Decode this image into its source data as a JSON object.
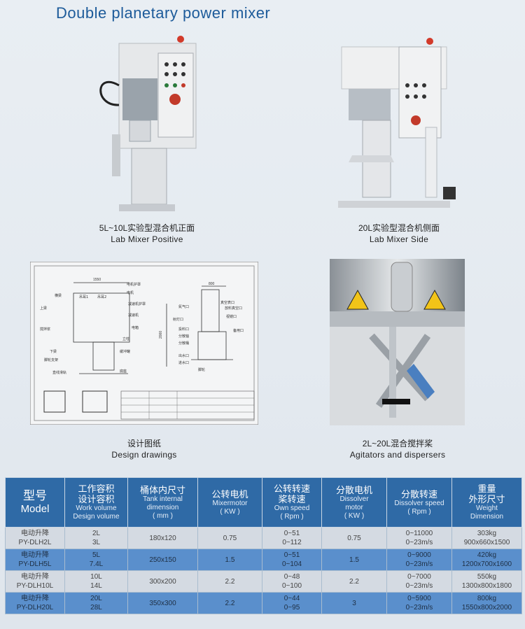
{
  "header": {
    "title": "Double planetary power mixer"
  },
  "figures": [
    {
      "caption_zh": "5L~10L实验型混合机正面",
      "caption_en": "Lab Mixer Positive"
    },
    {
      "caption_zh": "20L实验型混合机侧面",
      "caption_en": "Lab Mixer Side"
    },
    {
      "caption_zh": "设计图纸",
      "caption_en": "Design drawings"
    },
    {
      "caption_zh": "2L~20L混合搅拌桨",
      "caption_en": "Agitators and dispersers"
    }
  ],
  "drawing": {
    "labels_left": [
      "横梁",
      "上梁",
      "搅拌浆",
      "下梁",
      "脚轮支架",
      "直线滑轨",
      "吊耳1",
      "吊耳2"
    ],
    "labels_mid": [
      "电机护罩",
      "电机",
      "减速机护罩",
      "减速机",
      "电箱",
      "立柱",
      "缓冲罐",
      "底座"
    ],
    "labels_right": [
      "真空表口",
      "放料真空口",
      "氮气口",
      "视镜口",
      "射灯口",
      "投料口",
      "分散轴",
      "分散桶",
      "出水口",
      "进水口",
      "脚轮",
      "备用口"
    ],
    "dims": [
      "1550",
      "800",
      "2000"
    ]
  },
  "table": {
    "headers": [
      {
        "zh": "型号",
        "en": "Model"
      },
      {
        "zh": "工作容积\n设计容积",
        "en": "Work volume\nDesign volume"
      },
      {
        "zh": "桶体内尺寸",
        "en": "Tank internal\ndimension\n( mm )"
      },
      {
        "zh": "公转电机",
        "en": "Mixermotor\n( KW )"
      },
      {
        "zh": "公转转速\n桨转速",
        "en": "Own speed\n( Rpm )"
      },
      {
        "zh": "分散电机",
        "en": "Dissolver\nmotor\n( KW )"
      },
      {
        "zh": "分散转速",
        "en": "Dissolver speed\n( Rpm )"
      },
      {
        "zh": "重量\n外形尺寸",
        "en": "Weight\nDimension"
      }
    ],
    "rows": [
      {
        "model": "电动升降\nPY-DLH2L",
        "volume": "2L\n3L",
        "tank": "180x120",
        "motor": "0.75",
        "speed": "0~51\n0~112",
        "dmotor": "0.75",
        "dspeed": "0~11000\n0~23m/s",
        "weight": "303kg\n900x660x1500"
      },
      {
        "model": "电动升降\nPY-DLH5L",
        "volume": "5L\n7.4L",
        "tank": "250x150",
        "motor": "1.5",
        "speed": "0~51\n0~104",
        "dmotor": "1.5",
        "dspeed": "0~9000\n0~23m/s",
        "weight": "420kg\n1200x700x1600"
      },
      {
        "model": "电动升降\nPY-DLH10L",
        "volume": "10L\n14L",
        "tank": "300x200",
        "motor": "2.2",
        "speed": "0~48\n0~100",
        "dmotor": "2.2",
        "dspeed": "0~7000\n0~23m/s",
        "weight": "550kg\n1300x800x1800"
      },
      {
        "model": "电动升降\nPY-DLH20L",
        "volume": "20L\n28L",
        "tank": "350x300",
        "motor": "2.2",
        "speed": "0~44\n0~95",
        "dmotor": "3",
        "dspeed": "0~5900\n0~23m/s",
        "weight": "800kg\n1550x800x2000"
      }
    ]
  }
}
